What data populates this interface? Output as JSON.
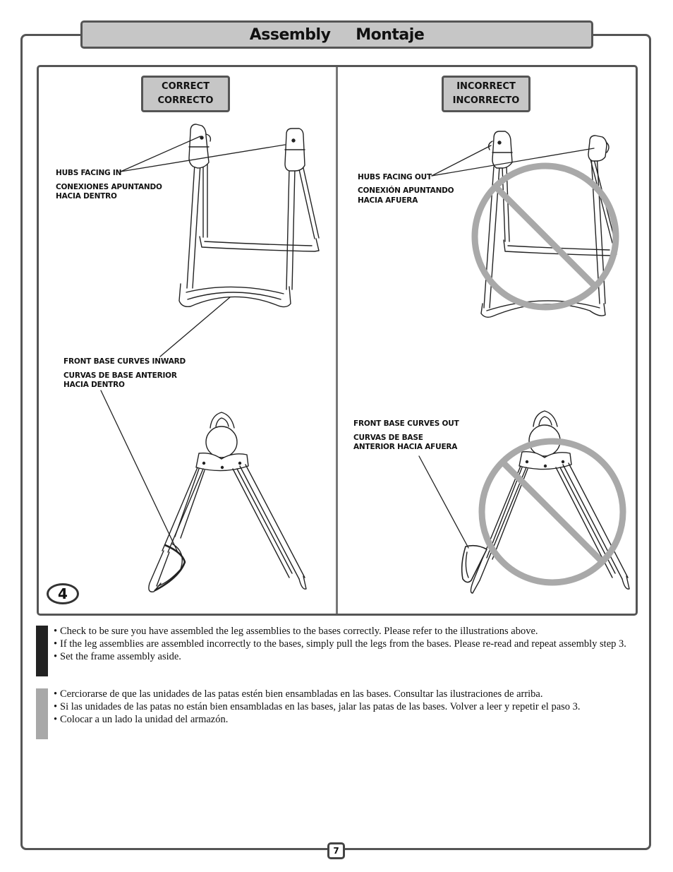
{
  "header": {
    "title_en": "Assembly",
    "title_es": "Montaje"
  },
  "step": {
    "number": "4"
  },
  "correct": {
    "tag_en": "CORRECT",
    "tag_es": "CORRECTO",
    "hubs_en": "HUBS FACING IN",
    "hubs_es_1": "CONEXIONES APUNTANDO",
    "hubs_es_2": "HACIA DENTRO",
    "base_en": "FRONT BASE CURVES INWARD",
    "base_es_1": "CURVAS DE BASE ANTERIOR",
    "base_es_2": "HACIA DENTRO"
  },
  "incorrect": {
    "tag_en": "INCORRECT",
    "tag_es": "INCORRECTO",
    "hubs_en": "HUBS FACING OUT",
    "hubs_es_1": "CONEXIÓN APUNTANDO",
    "hubs_es_2": "HACIA AFUERA",
    "base_en": "FRONT BASE CURVES OUT",
    "base_es_1": "CURVAS DE BASE",
    "base_es_2": "ANTERIOR HACIA AFUERA"
  },
  "instructions_en": [
    "Check to be sure you have assembled the leg assemblies to the bases correctly. Please refer to the illustrations above.",
    "If the leg assemblies are assembled incorrectly to the bases, simply pull the legs from the bases. Please re-read and repeat assembly step 3.",
    "Set the frame assembly aside."
  ],
  "instructions_es": [
    "Cerciorarse de que las unidades de las patas estén bien ensambladas en las bases. Consultar las ilustraciones de arriba.",
    "Si las unidades de las patas no están bien ensambladas en las bases, jalar las patas de las bases. Volver a leer y repetir el paso 3.",
    "Colocar a un lado la unidad del armazón."
  ],
  "page": {
    "number": "7"
  },
  "colors": {
    "english_bar": "#222222",
    "spanish_bar": "#a8a8a8",
    "prohibition": "#a9a9a9",
    "tag_fill": "#c6c6c6"
  }
}
